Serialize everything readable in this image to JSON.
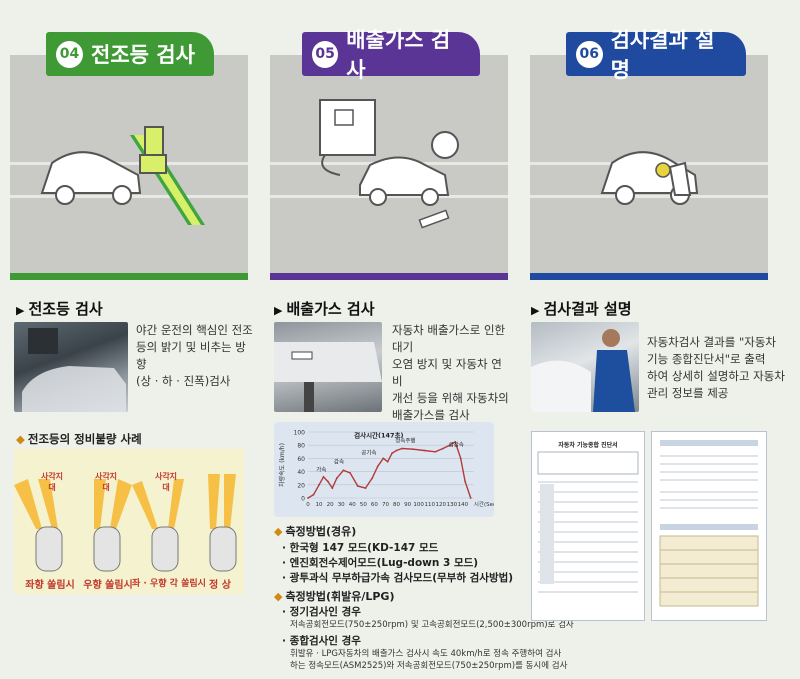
{
  "colors": {
    "green": "#3f9a35",
    "purple": "#5b3596",
    "blue": "#1f4aa0",
    "bar_orange": "#f0a21a"
  },
  "steps": [
    {
      "num": "04",
      "title": "전조등 검사"
    },
    {
      "num": "05",
      "title": "배출가스 검사"
    },
    {
      "num": "06",
      "title": "검사결과 설명"
    }
  ],
  "headlight": {
    "title": "전조등 검사",
    "desc": [
      "야간 운전의 핵심인 전조",
      "등의 밝기 및 비추는 방향",
      "(상 · 하 · 진폭)검사"
    ],
    "defects_title": "전조등의 정비불량 사례",
    "blind_label": "사각지대",
    "cases": [
      "좌향 쏠림시",
      "우향 쏠림시",
      "좌 · 우향 각 쏠림시",
      "정 상"
    ]
  },
  "emission": {
    "title": "배출가스 검사",
    "desc": [
      "자동차 배출가스로 인한 대기",
      "오염 방지 및 자동차 연비",
      "개선 등을 위해 자동차의",
      "배출가스를 검사"
    ],
    "method1_title": "측정방법(경유)",
    "method1_items": [
      "한국형 147 모드(KD-147 모드",
      "엔진회전수제어모드(Lug-down 3 모드)",
      "광투과식 무부하급가속 검사모드(무부하 검사방법)"
    ],
    "method2_title": "측정방법(휘발유/LPG)",
    "method2_items": [
      {
        "title": "정기검사인 경우",
        "text": [
          "저속공회전모드(750±250rpm) 및 고속공회전모드(2,500±300rpm)로 검사"
        ]
      },
      {
        "title": "종합검사인 경우",
        "text": [
          "휘발유 · LPG자동차의 배출가스 검사시 속도 40km/h로 정속 주행하여 검사",
          "하는 정속모드(ASM2525)와 저속공회전모드(750±250rpm)를 동시에 검사"
        ]
      }
    ]
  },
  "chart_data": {
    "type": "line",
    "title": "검사시간(147초)",
    "xlabel": "시간(Sec)",
    "ylabel": "차량속도 (km/h)",
    "xlim": [
      0,
      150
    ],
    "ylim": [
      0,
      100
    ],
    "xticks": [
      0,
      10,
      20,
      30,
      40,
      50,
      60,
      70,
      80,
      90,
      100,
      110,
      120,
      130,
      140
    ],
    "yticks": [
      0,
      20,
      40,
      60,
      80,
      100
    ],
    "x": [
      0,
      5,
      10,
      14,
      18,
      22,
      26,
      32,
      38,
      45,
      52,
      58,
      63,
      68,
      72,
      76,
      80,
      85,
      95,
      105,
      115,
      122,
      128,
      133,
      138,
      142,
      147
    ],
    "y": [
      0,
      5,
      20,
      32,
      25,
      15,
      30,
      42,
      38,
      18,
      15,
      30,
      48,
      60,
      55,
      68,
      72,
      75,
      74,
      72,
      70,
      75,
      80,
      85,
      60,
      25,
      0
    ],
    "annotations": [
      "가속",
      "감속",
      "공기속",
      "정속주행",
      "급감속"
    ]
  },
  "result": {
    "title": "검사결과 설명",
    "desc": [
      "자동차검사 결과를 \"자동차",
      "기능 종합진단서\"로 출력",
      "하여 상세히 설명하고 자동차",
      "관리 정보를 제공"
    ],
    "doc_title": "자동차 기능종합 진단서"
  }
}
